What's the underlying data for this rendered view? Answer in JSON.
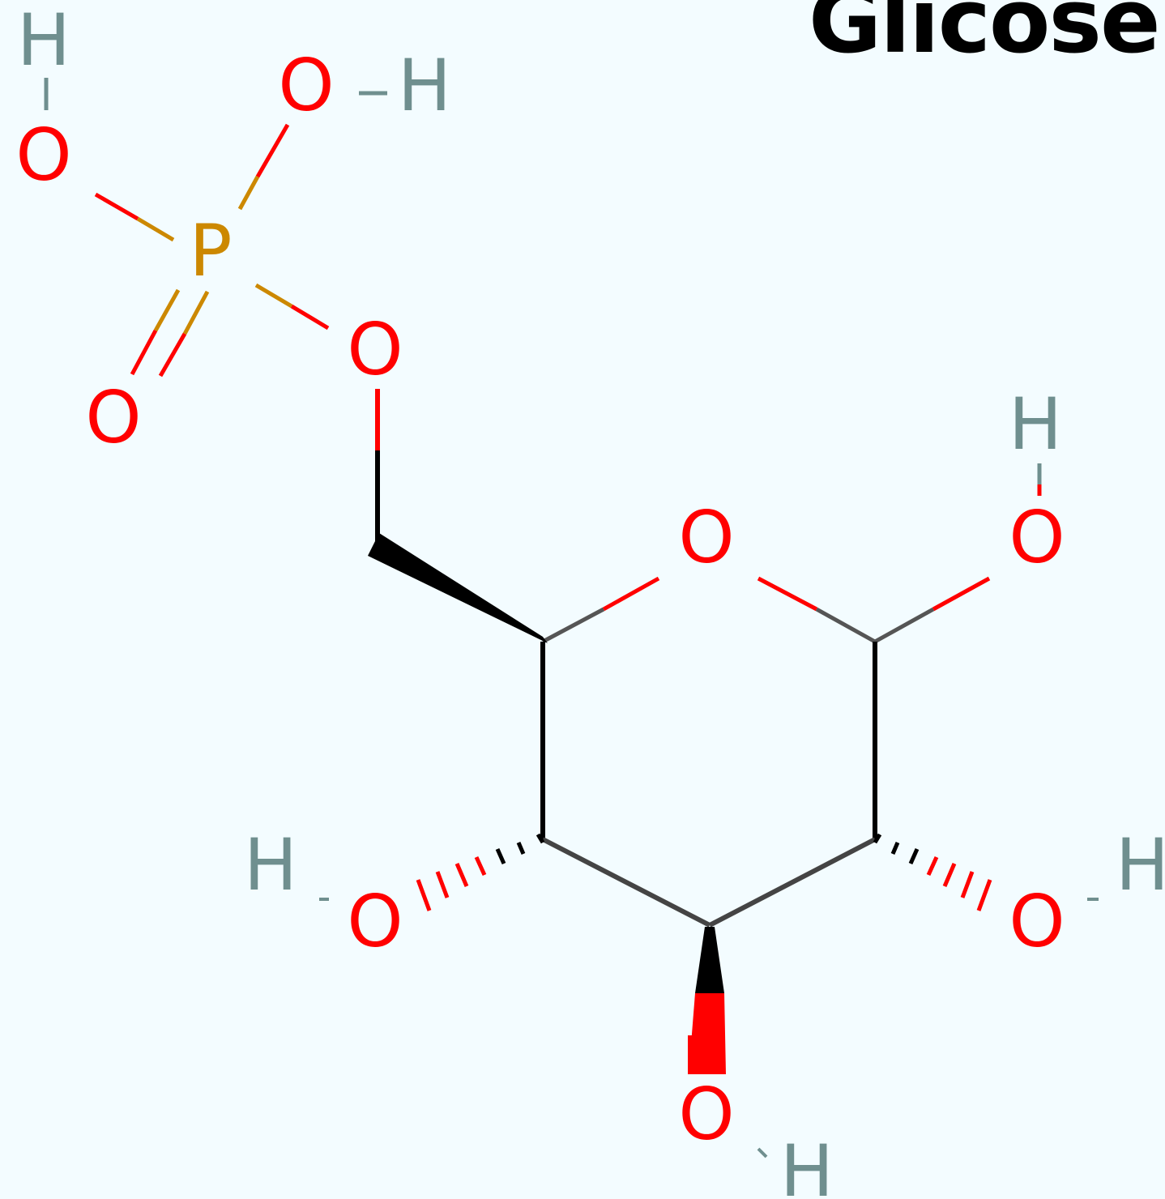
{
  "title": "Glicose",
  "colors": {
    "background": "#f3fcff",
    "carbon": "#000000",
    "oxygen": "#ff0000",
    "phosphorus": "#cc8800",
    "hydrogen": "#6f8f8f"
  },
  "atoms": {
    "h_top_left": "H",
    "o_top_left": "O",
    "o_top": "O",
    "h_top": "H",
    "p": "P",
    "o_double": "O",
    "o_ester": "O",
    "o_ring": "O",
    "h_anomeric": "H",
    "o_anomeric": "O",
    "h_left": "H",
    "o_left": "O",
    "o_right": "O",
    "h_right": "H",
    "o_bottom": "O",
    "h_bottom": "H"
  }
}
